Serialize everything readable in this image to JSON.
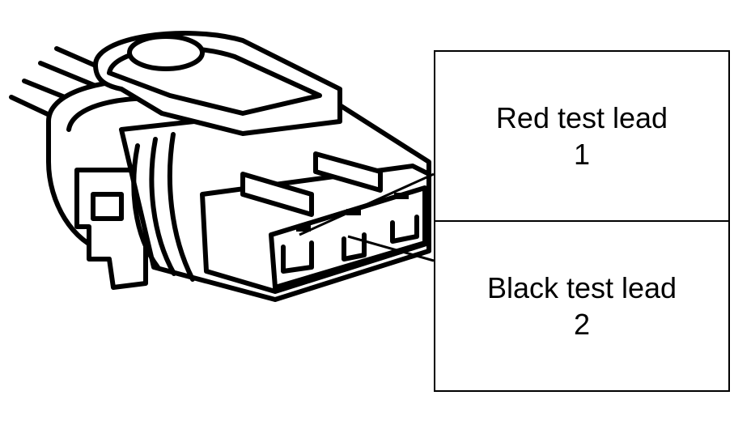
{
  "labels": {
    "red": {
      "name": "Red test lead",
      "number": "1"
    },
    "black": {
      "name": "Black test lead",
      "number": "2"
    }
  },
  "colors": {
    "ink": "#000000",
    "paper": "#ffffff"
  }
}
